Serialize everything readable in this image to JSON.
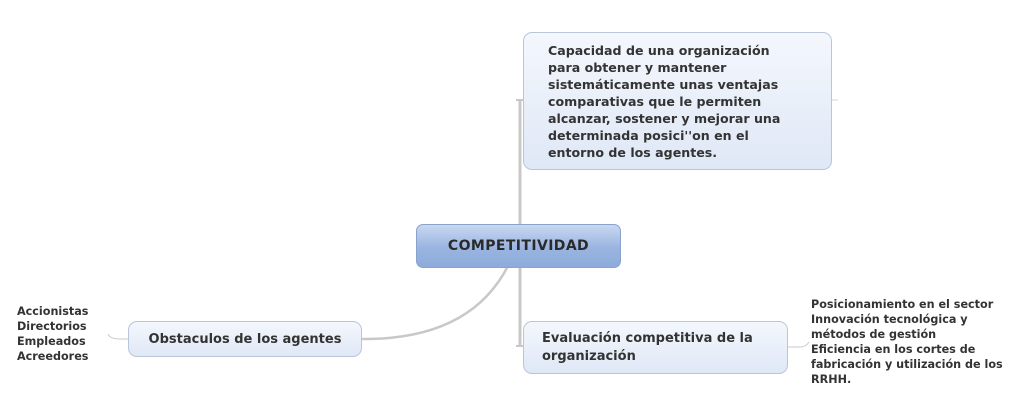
{
  "central_topic": {
    "label": "COMPETITIVIDAD"
  },
  "definition": {
    "lines": [
      "Capacidad de una organización",
      "para obtener y mantener",
      "sistemáticamente unas ventajas",
      "comparativas que le permiten",
      "alcanzar, sostener y mejorar una",
      "determinada posici''on en el",
      "entorno de los agentes."
    ]
  },
  "obstacles": {
    "label": "Obstaculos de los agentes",
    "children": [
      "Accionistas",
      "Directorios",
      "Empleados",
      "Acreedores"
    ]
  },
  "evaluation": {
    "lines": [
      "Evaluación competitiva de la",
      "organización"
    ],
    "children": [
      "Posicionamiento en el sector",
      "Innovación tecnológica y",
      "métodos de gestión",
      "Eficiencia en los cortes de",
      "fabricación y utilización de los",
      "RRHH."
    ]
  },
  "colors": {
    "connector": "#c8c8c8",
    "central_fill": "#99b4e0",
    "topic_fill": "#e6edf8",
    "topic_border": "#b9c6da",
    "text": "#333333"
  }
}
